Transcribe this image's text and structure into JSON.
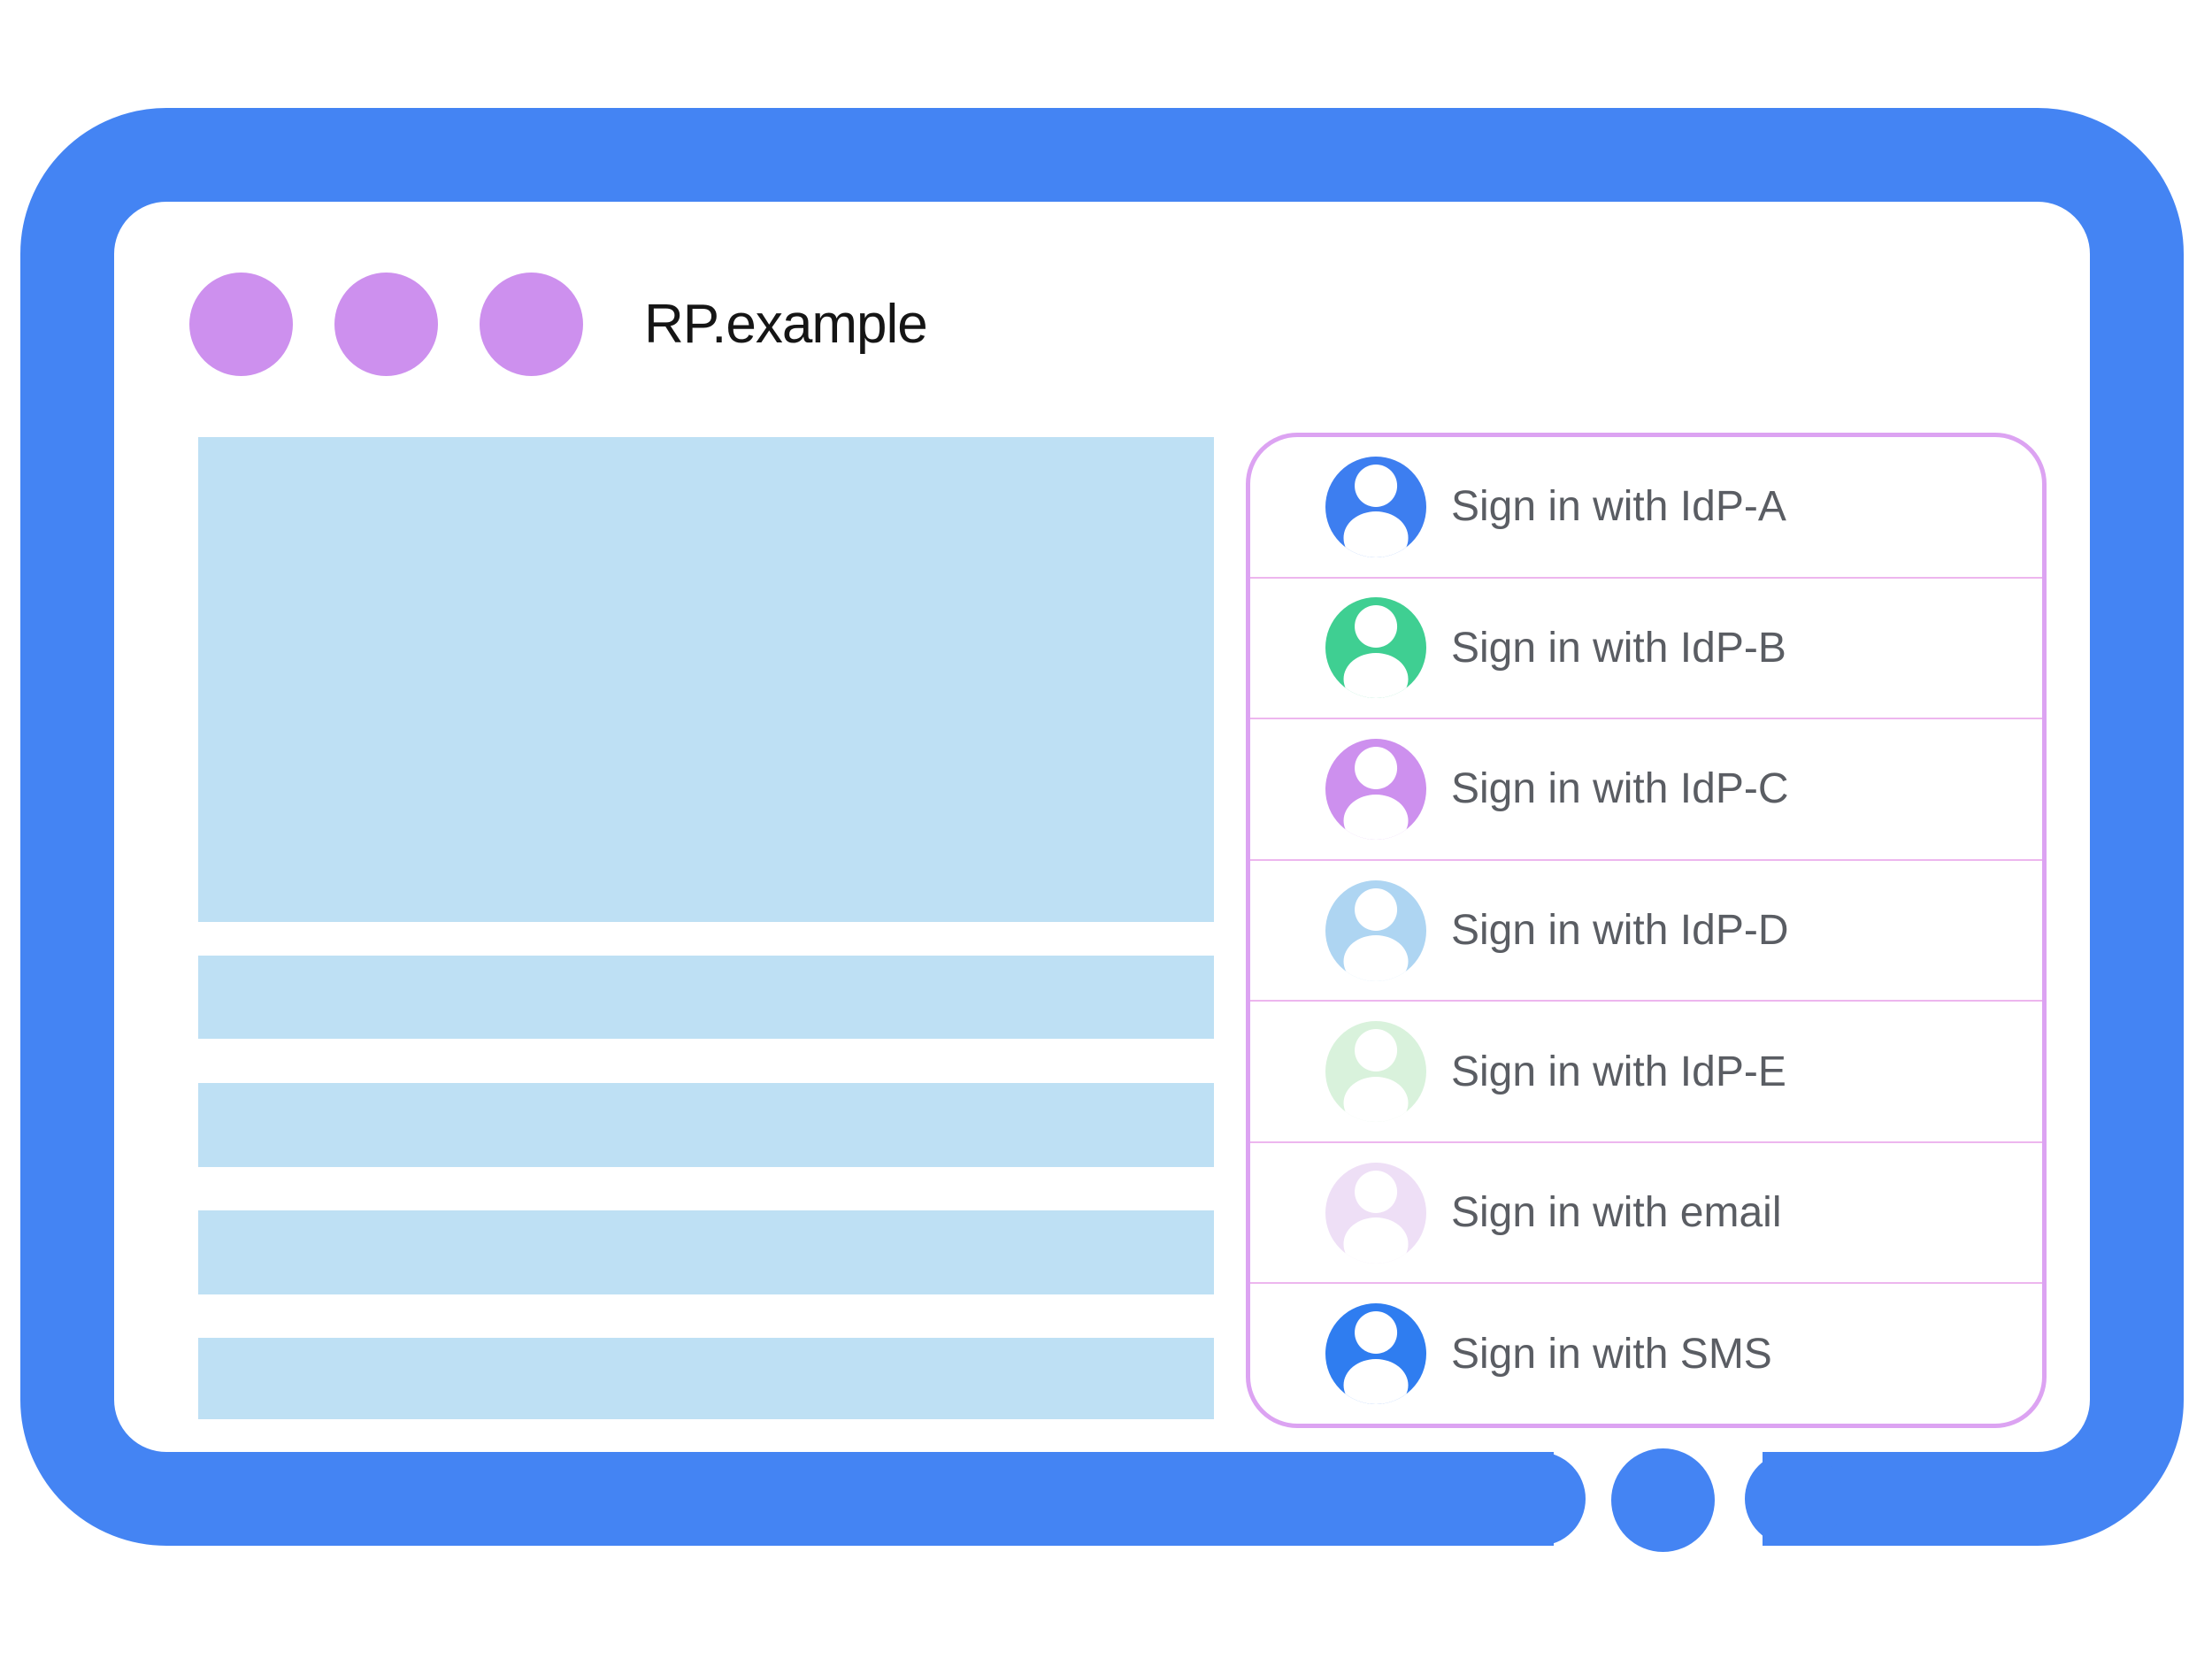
{
  "browser": {
    "title": "RP.example",
    "frame_color": "#4484F3",
    "traffic_dot_color": "#CD90EE",
    "content_placeholder_color": "#BEE0F4"
  },
  "signin_panel": {
    "border_color": "#DCA3F2",
    "divider_color": "#EDB6EE",
    "label_color": "#5A5D63",
    "options": [
      {
        "label": "Sign in with IdP-A",
        "icon": "person-icon",
        "icon_color": "#3D7EF0"
      },
      {
        "label": "Sign in with IdP-B",
        "icon": "person-icon",
        "icon_color": "#3FCF92"
      },
      {
        "label": "Sign in with IdP-C",
        "icon": "person-icon",
        "icon_color": "#CD90EE"
      },
      {
        "label": "Sign in with IdP-D",
        "icon": "person-icon",
        "icon_color": "#AED5F2"
      },
      {
        "label": "Sign in with IdP-E",
        "icon": "person-icon",
        "icon_color": "#D9F2DC"
      },
      {
        "label": "Sign in with email",
        "icon": "person-icon",
        "icon_color": "#EEDFF6"
      },
      {
        "label": "Sign in with SMS",
        "icon": "person-icon",
        "icon_color": "#2F7DF0"
      }
    ]
  }
}
